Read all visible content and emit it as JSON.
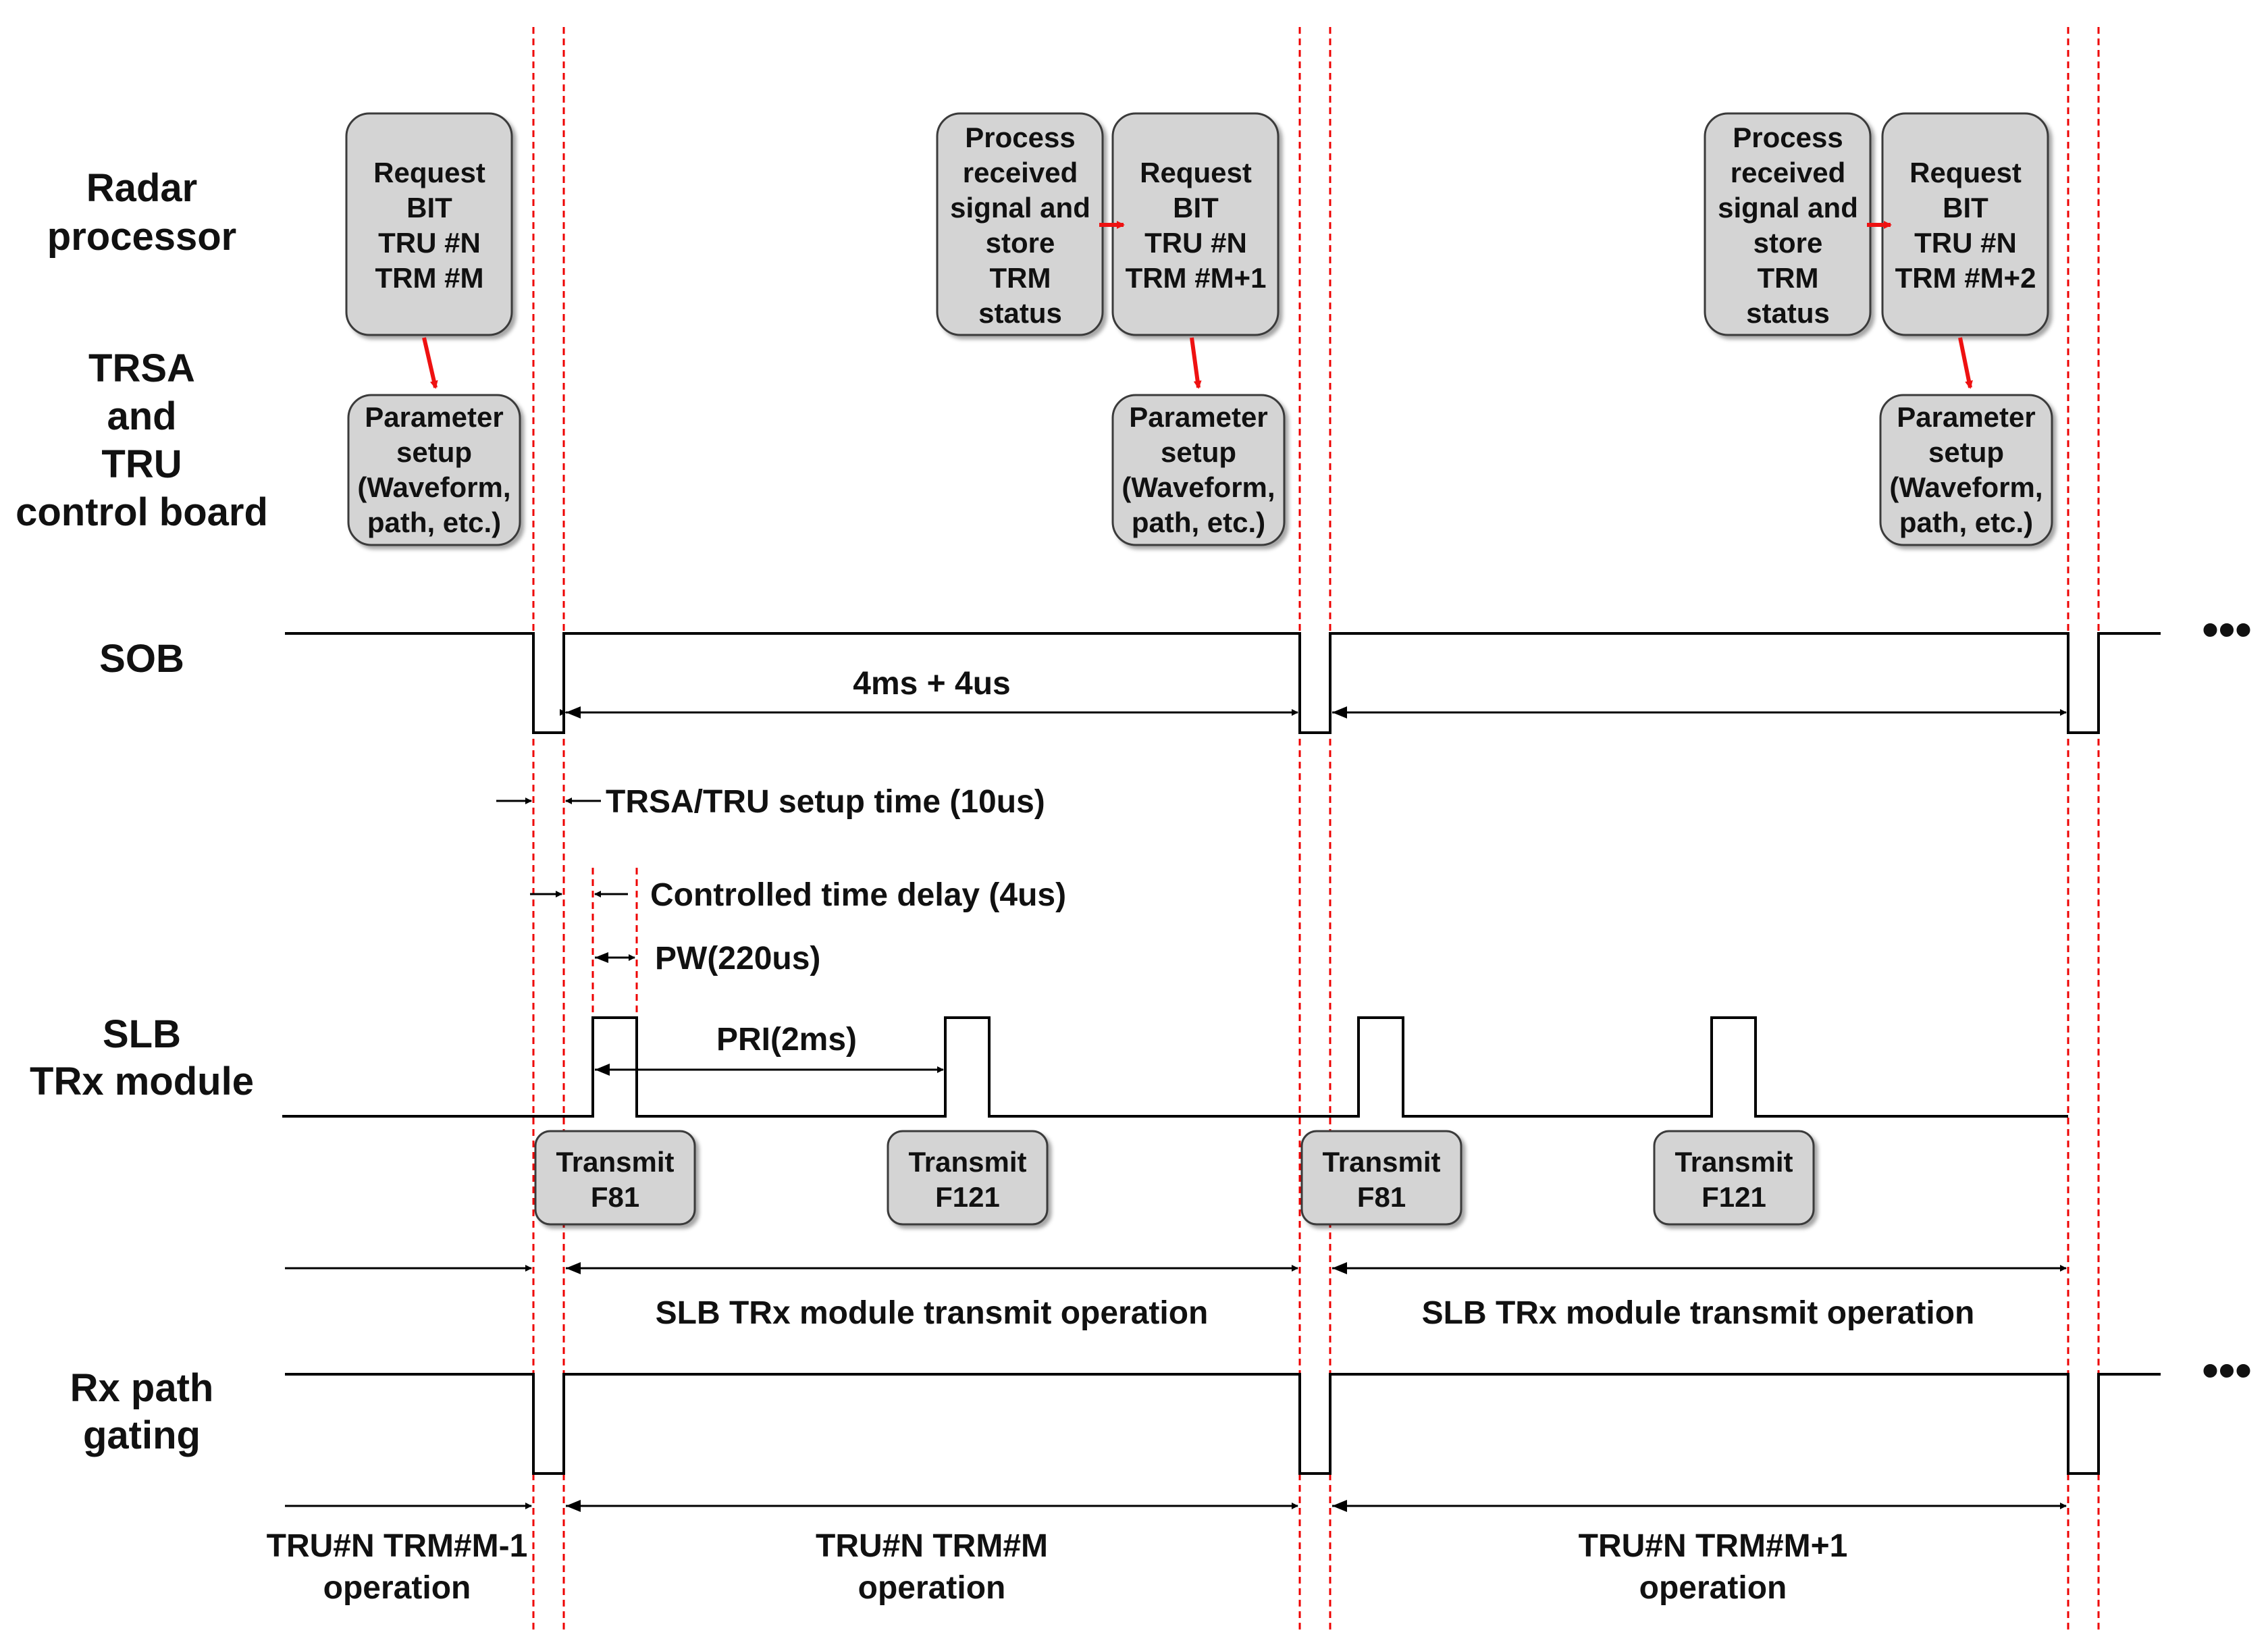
{
  "row_labels": {
    "radar": [
      "Radar",
      "processor"
    ],
    "trsa": [
      "TRSA",
      "and",
      "TRU",
      "control board"
    ],
    "sob": [
      "SOB"
    ],
    "slb": [
      "SLB",
      "TRx module"
    ],
    "rx": [
      "Rx path",
      "gating"
    ]
  },
  "radar_boxes": [
    {
      "lines": [
        "Request",
        "BIT",
        "TRU #N",
        "TRM #M"
      ]
    },
    {
      "lines": [
        "Process",
        "received",
        "signal and",
        "store",
        "TRM",
        "status"
      ]
    },
    {
      "lines": [
        "Request",
        "BIT",
        "TRU #N",
        "TRM #M+1"
      ]
    },
    {
      "lines": [
        "Process",
        "received",
        "signal and",
        "store",
        "TRM",
        "status"
      ]
    },
    {
      "lines": [
        "Request",
        "BIT",
        "TRU #N",
        "TRM #M+2"
      ]
    }
  ],
  "param_boxes": [
    {
      "lines": [
        "Parameter",
        "setup",
        "(Waveform,",
        "path, etc.)"
      ]
    },
    {
      "lines": [
        "Parameter",
        "setup",
        "(Waveform,",
        "path, etc.)"
      ]
    },
    {
      "lines": [
        "Parameter",
        "setup",
        "(Waveform,",
        "path, etc.)"
      ]
    }
  ],
  "transmit_boxes": [
    {
      "lines": [
        "Transmit",
        "F81"
      ]
    },
    {
      "lines": [
        "Transmit",
        "F121"
      ]
    },
    {
      "lines": [
        "Transmit",
        "F81"
      ]
    },
    {
      "lines": [
        "Transmit",
        "F121"
      ]
    }
  ],
  "annotations": {
    "sob_period": "4ms + 4us",
    "setup_time": "TRSA/TRU setup time (10us)",
    "time_delay": "Controlled time delay (4us)",
    "pulse_width": "PW(220us)",
    "pri": "PRI(2ms)",
    "transmit_op_1": "SLB TRx module transmit operation",
    "transmit_op_2": "SLB TRx module transmit operation"
  },
  "operations": [
    {
      "lines": [
        "TRU#N TRM#M-1",
        "operation"
      ]
    },
    {
      "lines": [
        "TRU#N TRM#M",
        "operation"
      ]
    },
    {
      "lines": [
        "TRU#N TRM#M+1",
        "operation"
      ]
    }
  ],
  "continuation": "•••",
  "colors": {
    "guide_line": "#ee0000",
    "flow_arrow": "#ee1111",
    "box_fill": "#d4d4d4",
    "signal": "#000000"
  }
}
